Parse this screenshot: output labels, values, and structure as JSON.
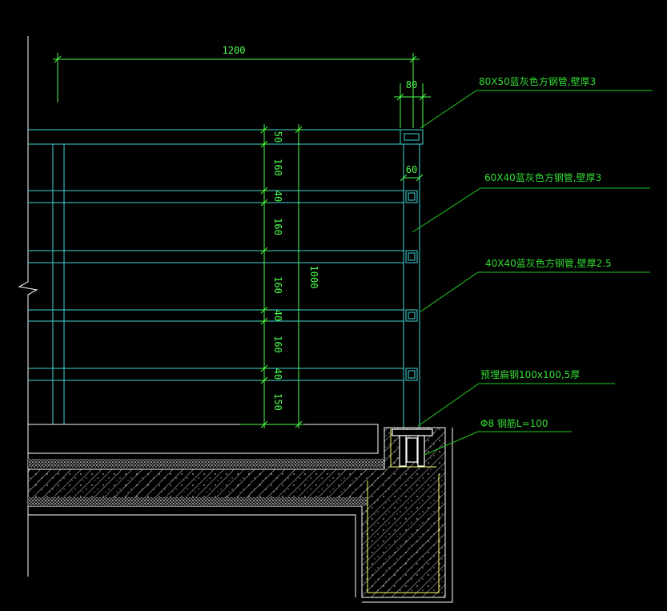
{
  "drawing": {
    "colors": {
      "background": "#000000",
      "outline": "#3fd6d6",
      "dimension": "#4cff4c",
      "annotation": "#33dd33",
      "leader": "#22cc22",
      "frame": "#ffffff",
      "hatch": "#ffffff",
      "slab_fill": "#d8d8d8",
      "embed_outline": "#ffff66"
    },
    "dimensions": {
      "overall_width": "1200",
      "top_rail_width": "80",
      "post_width": "60",
      "overall_height": "1000",
      "vertical_chain": [
        "50",
        "160",
        "40",
        "160",
        "160",
        "40",
        "160",
        "40",
        "150"
      ]
    },
    "annotations": {
      "top_rail": "80X50蓝灰色方钢管,壁厚3",
      "post": "60X40蓝灰色方钢管,壁厚3",
      "middle_rail": "40X40蓝灰色方钢管,壁厚2.5",
      "embed_plate": "预埋扁钢100x100,5厚",
      "anchor_bar": "Φ8 钢筋L=100"
    }
  }
}
